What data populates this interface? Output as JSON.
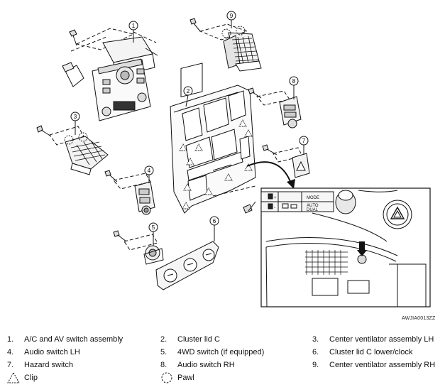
{
  "callouts": [
    "1",
    "2",
    "3",
    "4",
    "5",
    "6",
    "7",
    "8",
    "9"
  ],
  "panel_labels": {
    "mode": "MODE",
    "plus": "+",
    "minus": "-",
    "auto": "AUTO",
    "dual": "DUAL"
  },
  "image_code": "AWJIA0013ZZ",
  "legend": [
    {
      "num": "1.",
      "text": "A/C and AV switch assembly"
    },
    {
      "num": "2.",
      "text": "Cluster lid C"
    },
    {
      "num": "3.",
      "text": "Center ventilator assembly LH"
    },
    {
      "num": "4.",
      "text": "Audio switch LH"
    },
    {
      "num": "5.",
      "text": "4WD switch (if equipped)"
    },
    {
      "num": "6.",
      "text": "Cluster lid C lower/clock"
    },
    {
      "num": "7.",
      "text": "Hazard switch"
    },
    {
      "num": "8.",
      "text": "Audio switch RH"
    },
    {
      "num": "9.",
      "text": "Center ventilator assembly RH"
    }
  ],
  "symbols": [
    {
      "icon": "clip-triangle-icon",
      "text": "Clip"
    },
    {
      "icon": "pawl-dashed-circle-icon",
      "text": "Pawl"
    }
  ]
}
